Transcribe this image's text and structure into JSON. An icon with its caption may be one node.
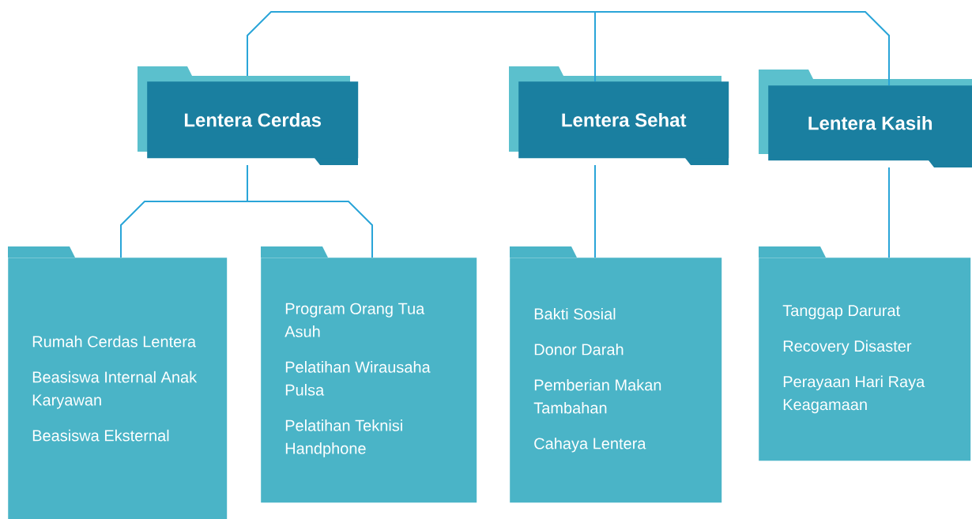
{
  "diagram": {
    "nodes": [
      {
        "text": [
          "Lentera Cerdas"
        ]
      },
      {
        "text": [
          "Lentera Sehat"
        ]
      },
      {
        "text": [
          "Lentera Kasih"
        ]
      },
      {
        "text": [
          "Rumah Cerdas Lentera",
          "Beasiswa Internal Anak Karyawan",
          "Beasiswa Eksternal"
        ]
      },
      {
        "text": [
          "Program Orang Tua Asuh",
          "Pelatihan Wirausaha Pulsa",
          "Pelatihan Teknisi Handphone"
        ]
      },
      {
        "text": [
          "Bakti Sosial",
          "Donor Darah",
          "Pemberian Makan Tambahan",
          "Cahaya Lentera"
        ]
      },
      {
        "text": [
          "Tanggap Darurat",
          "Recovery Disaster",
          "Perayaan Hari Raya Keagamaan"
        ]
      }
    ],
    "edges": [
      {
        "from": 0,
        "to": 1,
        "arrow": "none"
      },
      {
        "from": 1,
        "to": 2,
        "arrow": "none"
      },
      {
        "from": 0,
        "to": 3,
        "arrow": "none"
      },
      {
        "from": 0,
        "to": 4,
        "arrow": "none"
      },
      {
        "from": 1,
        "to": 5,
        "arrow": "none"
      },
      {
        "from": 2,
        "to": 6,
        "arrow": "none"
      }
    ]
  }
}
